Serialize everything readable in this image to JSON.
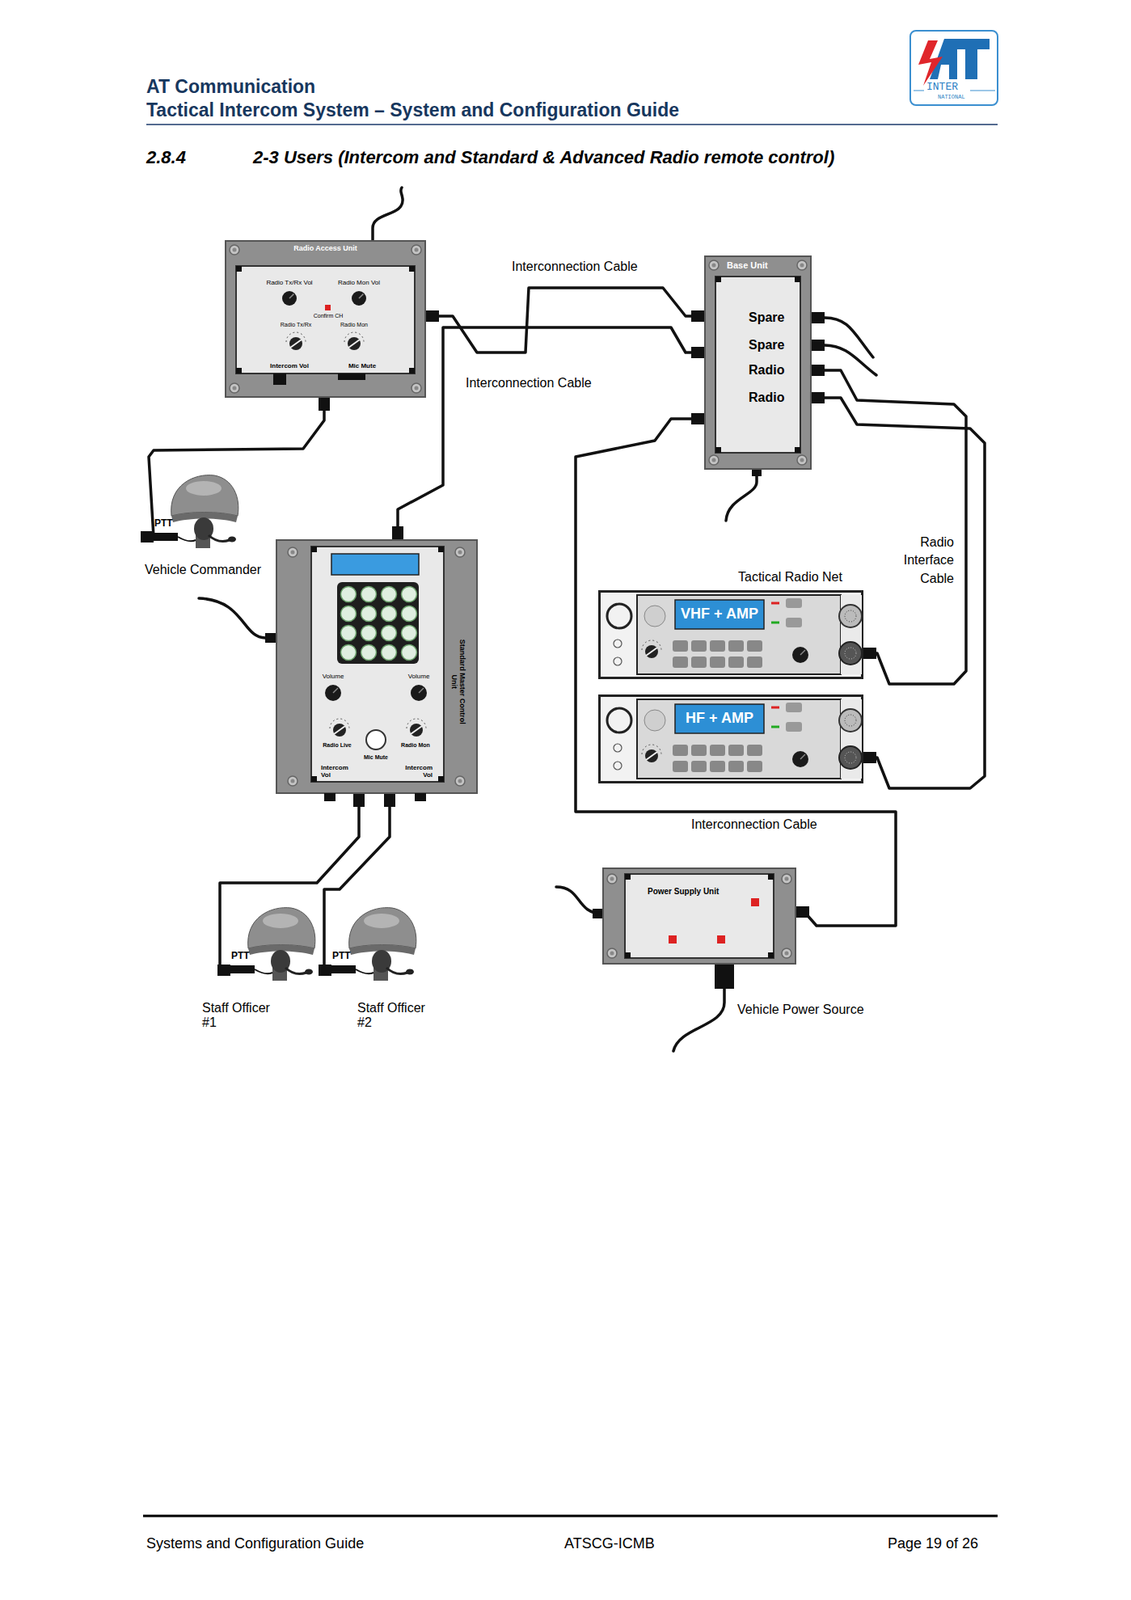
{
  "diagram": {
    "title": "2-3 Users (Intercom and Standard & Advanced Radio remote control)",
    "nodes": [
      {
        "text": [
          "Radio Access Unit",
          "Radio Tx/Rx Vol",
          "Radio Mon Vol",
          "Confirm CH",
          "Radio Tx/Rx",
          "Radio Mon",
          "Intercom Vol",
          "Mic Mute"
        ]
      },
      {
        "text": [
          "Base Unit",
          "Spare",
          "Spare",
          "Radio",
          "Radio"
        ]
      },
      {
        "text": [
          "Standard Master Control Unit",
          "Volume",
          "Volume",
          "Radio Live",
          "Mic Mute",
          "Radio Mon",
          "Intercom Vol",
          "Intercom Vol"
        ]
      },
      {
        "text": [
          "VHF + AMP"
        ]
      },
      {
        "text": [
          "HF + AMP"
        ]
      },
      {
        "text": [
          "Power Supply Unit"
        ]
      },
      {
        "text": [
          "PTT",
          "Vehicle Commander"
        ]
      },
      {
        "text": [
          "PTT",
          "Staff Officer #1"
        ]
      },
      {
        "text": [
          "PTT",
          "Staff Officer #2"
        ]
      }
    ],
    "edges": [
      {
        "from": 0,
        "to": 1,
        "label": "Interconnection Cable",
        "arrow": "none"
      },
      {
        "from": 2,
        "to": 1,
        "label": "Interconnection Cable",
        "arrow": "none"
      },
      {
        "from": 1,
        "to": 5,
        "label": "Interconnection Cable",
        "arrow": "none"
      },
      {
        "from": 1,
        "to": 3,
        "arrow": "none"
      },
      {
        "from": 1,
        "to": 4,
        "arrow": "none"
      },
      {
        "from": 0,
        "to": 6,
        "arrow": "none"
      },
      {
        "from": 2,
        "to": 7,
        "arrow": "none"
      },
      {
        "from": 2,
        "to": 8,
        "arrow": "none"
      }
    ],
    "labels": [
      "AT Communication",
      "Tactical Intercom System – System and Configuration Guide",
      "2.8.4",
      "Tactical Radio Net",
      "Radio Interface Cable",
      "Vehicle Power Source",
      "Systems and Configuration Guide",
      "ATSCG-ICMB",
      "Page 19 of 26",
      "INTER",
      "NATIONAL"
    ]
  }
}
